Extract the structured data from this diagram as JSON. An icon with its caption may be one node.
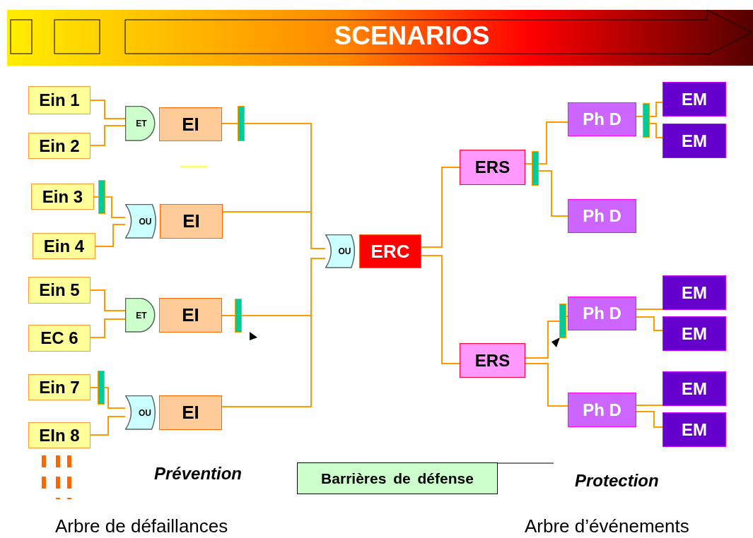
{
  "diagram": {
    "title": "SCENARIOS",
    "nodes": [
      {
        "text": [
          "Ein 1"
        ]
      },
      {
        "text": [
          "Ein 2"
        ]
      },
      {
        "text": [
          "ET"
        ]
      },
      {
        "text": [
          "EI"
        ]
      },
      {
        "text": [
          "Ein 3"
        ]
      },
      {
        "text": [
          "Ein 4"
        ]
      },
      {
        "text": [
          "OU"
        ]
      },
      {
        "text": [
          "EI"
        ]
      },
      {
        "text": [
          "Ein 5"
        ]
      },
      {
        "text": [
          "EC 6"
        ]
      },
      {
        "text": [
          "ET"
        ]
      },
      {
        "text": [
          "EI"
        ]
      },
      {
        "text": [
          "Ein 7"
        ]
      },
      {
        "text": [
          "EIn 8"
        ]
      },
      {
        "text": [
          "OU"
        ]
      },
      {
        "text": [
          "EI"
        ]
      },
      {
        "text": [
          "OU"
        ]
      },
      {
        "text": [
          "ERC"
        ]
      },
      {
        "text": [
          "ERS"
        ]
      },
      {
        "text": [
          "Ph D"
        ]
      },
      {
        "text": [
          "EM"
        ]
      },
      {
        "text": [
          "EM"
        ]
      },
      {
        "text": [
          "Ph D"
        ]
      },
      {
        "text": [
          "ERS"
        ]
      },
      {
        "text": [
          "Ph D"
        ]
      },
      {
        "text": [
          "EM"
        ]
      },
      {
        "text": [
          "EM"
        ]
      },
      {
        "text": [
          "Ph D"
        ]
      },
      {
        "text": [
          "EM"
        ]
      },
      {
        "text": [
          "EM"
        ]
      },
      {
        "text": [
          "Barrières de défense"
        ]
      },
      {
        "text": [],
        "shape": "bar"
      },
      {
        "text": [],
        "shape": "bar"
      },
      {
        "text": [],
        "shape": "bar"
      },
      {
        "text": [],
        "shape": "bar"
      },
      {
        "text": [],
        "shape": "bar"
      },
      {
        "text": [],
        "shape": "bar"
      },
      {
        "text": [],
        "shape": "bar"
      }
    ],
    "edges": [
      {
        "from": 0,
        "to": 2,
        "arrow": "none"
      },
      {
        "from": 1,
        "to": 2,
        "arrow": "none"
      },
      {
        "from": 4,
        "to": 34,
        "arrow": "none"
      },
      {
        "from": 34,
        "to": 6,
        "arrow": "none"
      },
      {
        "from": 5,
        "to": 6,
        "arrow": "none"
      },
      {
        "from": 3,
        "to": 32,
        "arrow": "none"
      },
      {
        "from": 32,
        "to": 16,
        "arrow": "none"
      },
      {
        "from": 7,
        "to": 16,
        "arrow": "none"
      },
      {
        "from": 8,
        "to": 10,
        "arrow": "none"
      },
      {
        "from": 9,
        "to": 10,
        "arrow": "none"
      },
      {
        "from": 11,
        "to": 35,
        "arrow": "none"
      },
      {
        "from": 35,
        "to": 16,
        "arrow": "none"
      },
      {
        "from": 12,
        "to": 37,
        "arrow": "none"
      },
      {
        "from": 37,
        "to": 14,
        "arrow": "none"
      },
      {
        "from": 13,
        "to": 14,
        "arrow": "none"
      },
      {
        "from": 15,
        "to": 16,
        "arrow": "none"
      },
      {
        "from": 17,
        "to": 18,
        "arrow": "none"
      },
      {
        "from": 17,
        "to": 23,
        "arrow": "none"
      },
      {
        "from": 18,
        "to": 33,
        "arrow": "none"
      },
      {
        "from": 33,
        "to": 19,
        "arrow": "none"
      },
      {
        "from": 33,
        "to": 22,
        "arrow": "none"
      },
      {
        "from": 19,
        "to": 31,
        "arrow": "none"
      },
      {
        "from": 31,
        "to": 20,
        "arrow": "none"
      },
      {
        "from": 31,
        "to": 21,
        "arrow": "none"
      },
      {
        "from": 23,
        "to": 36,
        "arrow": "none"
      },
      {
        "from": 36,
        "to": 24,
        "arrow": "none"
      },
      {
        "from": 23,
        "to": 27,
        "arrow": "none"
      },
      {
        "from": 24,
        "to": 25,
        "arrow": "none"
      },
      {
        "from": 24,
        "to": 26,
        "arrow": "none"
      },
      {
        "from": 27,
        "to": 28,
        "arrow": "none"
      },
      {
        "from": 27,
        "to": 29,
        "arrow": "none"
      }
    ],
    "labels": [
      "Prévention",
      "Protection",
      "Arbre de défaillances",
      "Arbre d’événements"
    ]
  }
}
